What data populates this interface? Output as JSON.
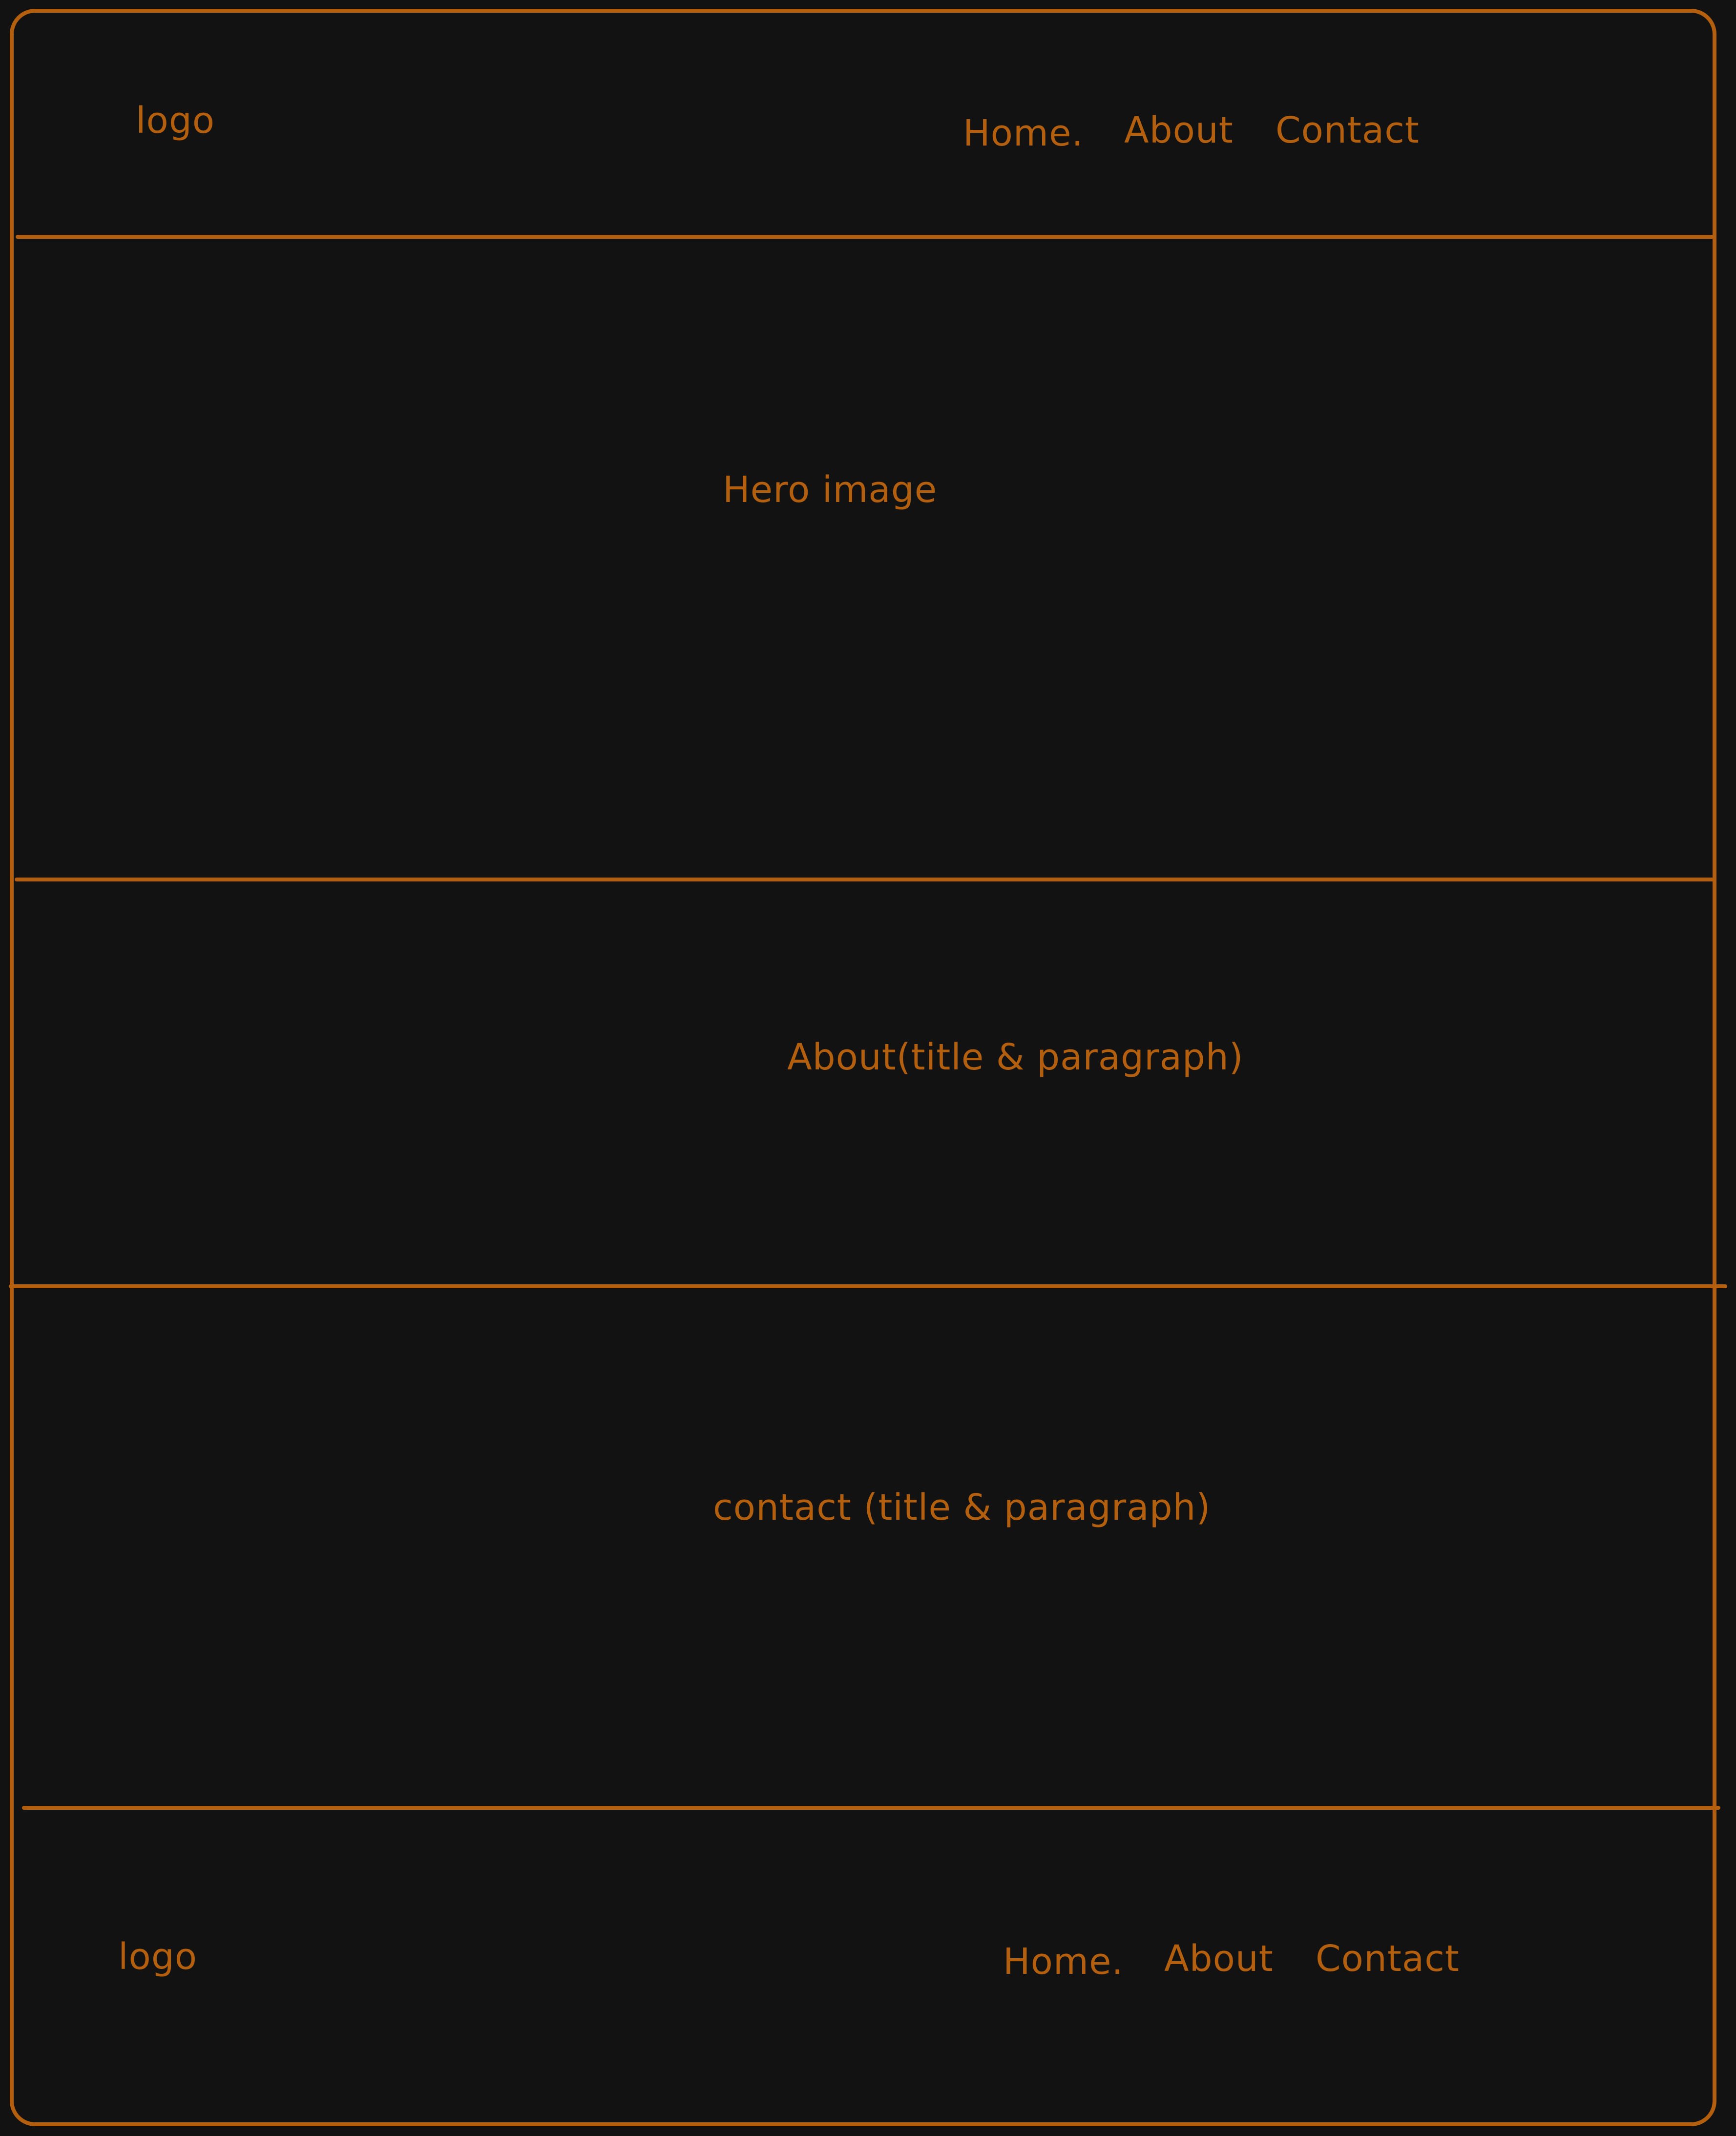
{
  "header": {
    "logo": "logo",
    "nav": [
      {
        "label": "Home."
      },
      {
        "label": "About"
      },
      {
        "label": "Contact"
      }
    ]
  },
  "hero": {
    "label": "Hero image"
  },
  "about": {
    "label": "About(title & paragraph)"
  },
  "contact": {
    "label": "contact (title & paragraph)"
  },
  "footer": {
    "logo": "logo",
    "nav": [
      {
        "label": "Home."
      },
      {
        "label": "About"
      },
      {
        "label": "Contact"
      }
    ]
  },
  "colors": {
    "background": "#121212",
    "accent": "#b35f0e"
  }
}
